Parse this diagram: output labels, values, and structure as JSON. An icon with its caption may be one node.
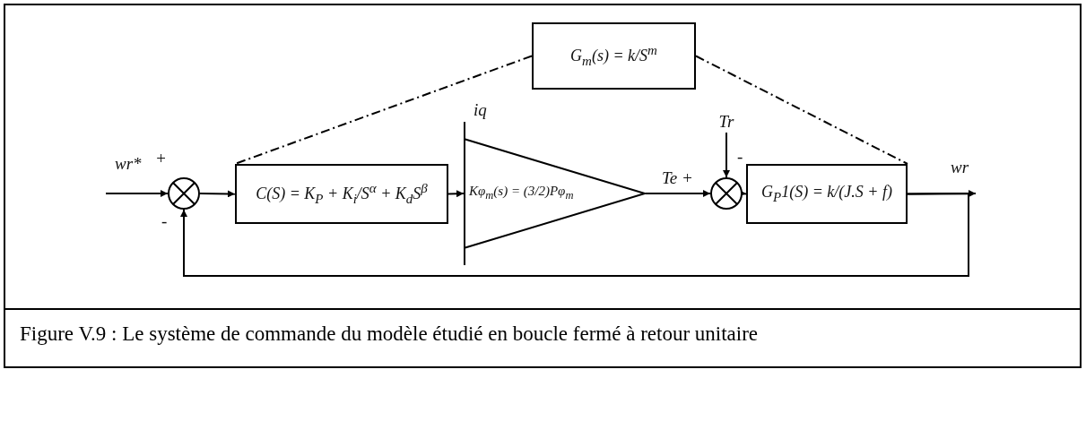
{
  "diagram": {
    "caption": "Figure V.9 : Le système de commande du modèle étudié en boucle fermé à retour unitaire",
    "nodes": [
      {
        "text": [],
        "shape": "circle"
      },
      {
        "text": [
          "C(S) = K$_{P}$ + K$_{i}$/S$^{α}$ + K$_{d}$S$^{β}$"
        ]
      },
      {
        "text": [
          "Kφ$_{m}$(s) = (3/2)Pφ$_{m}$"
        ]
      },
      {
        "text": [],
        "shape": "circle"
      },
      {
        "text": [
          "G$_{P}$1(S) = k/(J.S + f)"
        ]
      },
      {
        "text": [
          "G$_{m}$(s) = k/S$^{m}$"
        ]
      },
      {
        "text": [
          "Tr"
        ]
      }
    ],
    "edges": [
      {
        "from": null,
        "to": 0,
        "arrow": "to"
      },
      {
        "from": 0,
        "to": 1,
        "arrow": "to"
      },
      {
        "from": 1,
        "to": 2,
        "arrow": "to"
      },
      {
        "from": 2,
        "to": 3,
        "arrow": "to"
      },
      {
        "from": 6,
        "to": 3,
        "arrow": "to"
      },
      {
        "from": 3,
        "to": 4,
        "arrow": "to"
      },
      {
        "from": 4,
        "to": null,
        "arrow": "to"
      },
      {
        "from": 4,
        "to": 0,
        "arrow": "to"
      },
      {
        "from": 5,
        "to": 1,
        "arrow": "none",
        "style": "dashed"
      },
      {
        "from": 5,
        "to": 4,
        "arrow": "none",
        "style": "dashed"
      }
    ],
    "labels": [
      "iq",
      "wr*",
      "+",
      "-",
      "wr",
      "Te +",
      "-"
    ]
  }
}
